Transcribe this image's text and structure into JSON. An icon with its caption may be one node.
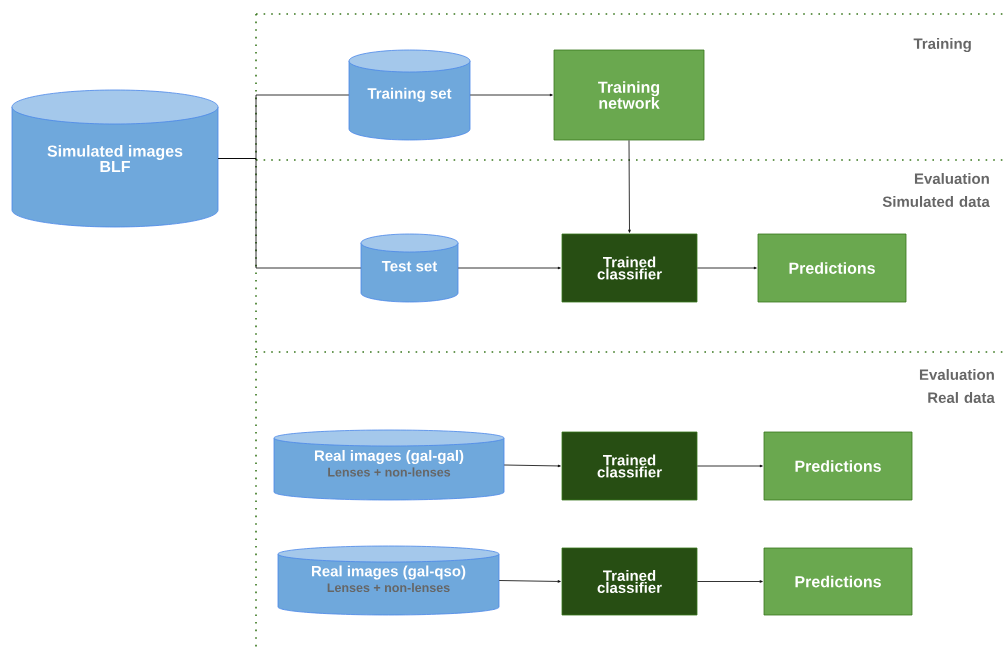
{
  "diagram": {
    "nodes": [
      {
        "text": [
          "Simulated images BLF"
        ]
      },
      {
        "text": [
          "Training set"
        ]
      },
      {
        "text": [
          "Training network"
        ]
      },
      {
        "text": [
          "Test set"
        ]
      },
      {
        "text": [
          "Trained classifier"
        ]
      },
      {
        "text": [
          "Predictions"
        ]
      },
      {
        "text": [
          "Real images  (gal-gal)",
          "Lenses + non-lenses"
        ]
      },
      {
        "text": [
          "Trained classifier"
        ]
      },
      {
        "text": [
          "Predictions"
        ]
      },
      {
        "text": [
          "Real images (gal-qso)",
          "Lenses + non-lenses"
        ]
      },
      {
        "text": [
          "Trained classifier"
        ]
      },
      {
        "text": [
          "Predictions"
        ]
      }
    ],
    "edges": [
      {
        "from": 0,
        "to": 1,
        "arrow": "none"
      },
      {
        "from": 0,
        "to": 3,
        "arrow": "none"
      },
      {
        "from": 1,
        "to": 2,
        "arrow": "to"
      },
      {
        "from": 2,
        "to": 4,
        "arrow": "to"
      },
      {
        "from": 3,
        "to": 4,
        "arrow": "to"
      },
      {
        "from": 4,
        "to": 5,
        "arrow": "to"
      },
      {
        "from": 6,
        "to": 7,
        "arrow": "to"
      },
      {
        "from": 7,
        "to": 8,
        "arrow": "to"
      },
      {
        "from": 9,
        "to": 10,
        "arrow": "to"
      },
      {
        "from": 10,
        "to": 11,
        "arrow": "to"
      }
    ],
    "labels": [
      "Training",
      "Evaluation Simulated data",
      "Evaluation Real data"
    ]
  }
}
